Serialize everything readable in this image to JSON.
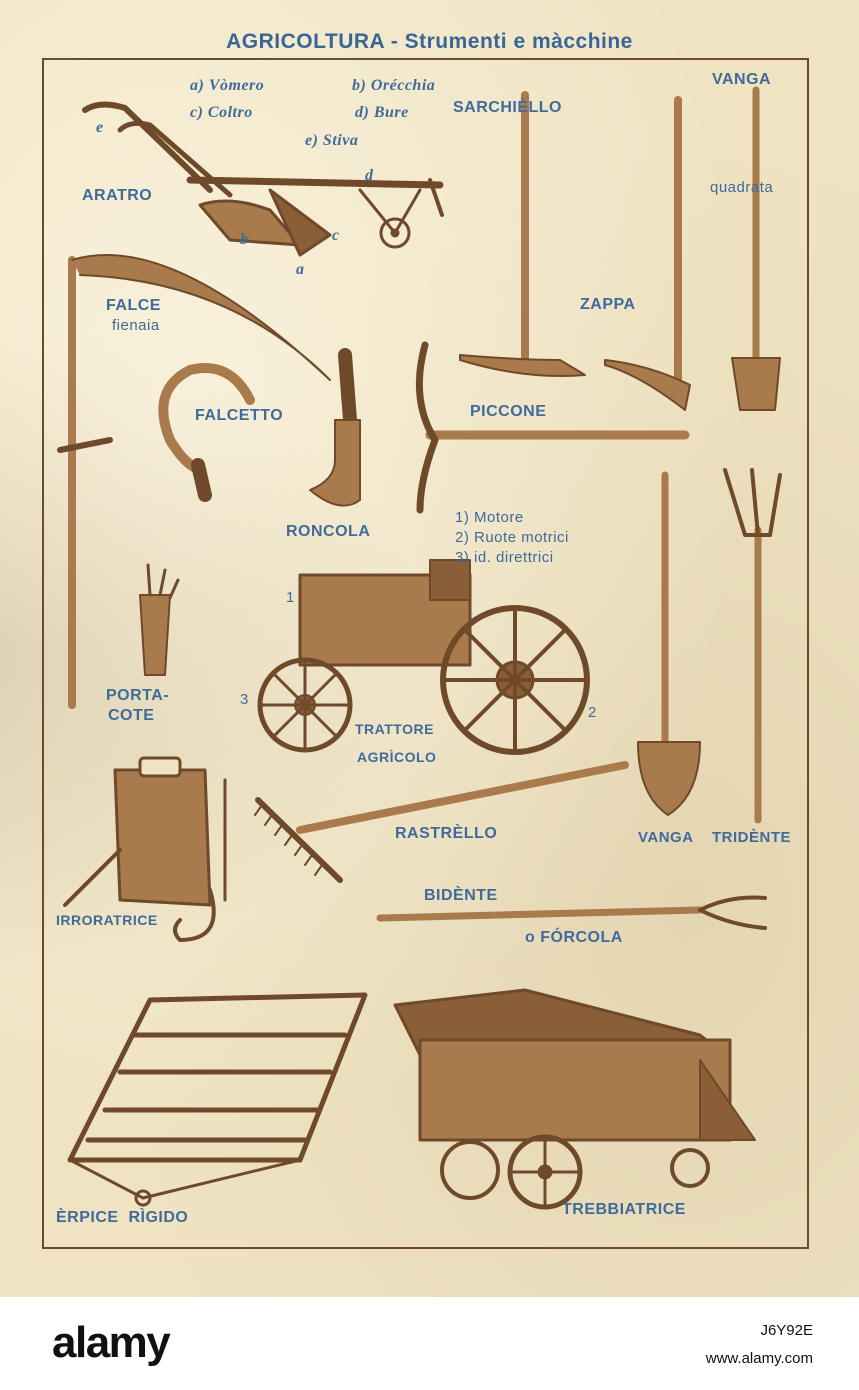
{
  "header": {
    "title_main": "AGRICOLTURA",
    "title_sep": " - ",
    "title_sub": "Strumenti e màcchine"
  },
  "plough_legend": {
    "a": "a) Vòmero",
    "b": "b) Orécchia",
    "c": "c) Coltro",
    "d": "d) Bure",
    "e": "e) Stiva"
  },
  "plough_marks": [
    "a",
    "b",
    "c",
    "d",
    "e"
  ],
  "labels": {
    "aratro": "ARATRO",
    "sarchiello": "SARCHIÈLLO",
    "vanga_top": "VANGA",
    "quadrata": "quadrata",
    "falce": "FALCE",
    "fienaia": "fienaia",
    "zappa": "ZAPPA",
    "falcetto": "FALCETTO",
    "piccone": "PICCONE",
    "roncola": "RONCOLA",
    "porta": "PORTA-",
    "cote": "COTE",
    "trattore": "TRATTORE",
    "agricolo": "AGRÌCOLO",
    "rastrello": "RASTRÈLLO",
    "vanga": "VANGA",
    "tridente": "TRIDÈNTE",
    "irroratrice": "IRRORATRICE",
    "bidente": "BIDÈNTE",
    "forcola": "o FÓRCOLA",
    "erpice": "ÈRPICE  RÌGIDO",
    "trebbiatrice": "TREBBIATRICE"
  },
  "tractor_legend": {
    "l1": "1)  Motore",
    "l2": "2)  Ruote motrici",
    "l3": "3)   id.   direttrici"
  },
  "tractor_marks": [
    "1",
    "2",
    "3"
  ],
  "footer": {
    "brand": "alamy",
    "image_id": "J6Y92E",
    "url": "www.alamy.com"
  },
  "colors": {
    "paper": "#efe3c2",
    "ink_label": "#3f6b9c",
    "ink_drawing": "#6e4a2b",
    "frame": "#6e4a2b"
  }
}
